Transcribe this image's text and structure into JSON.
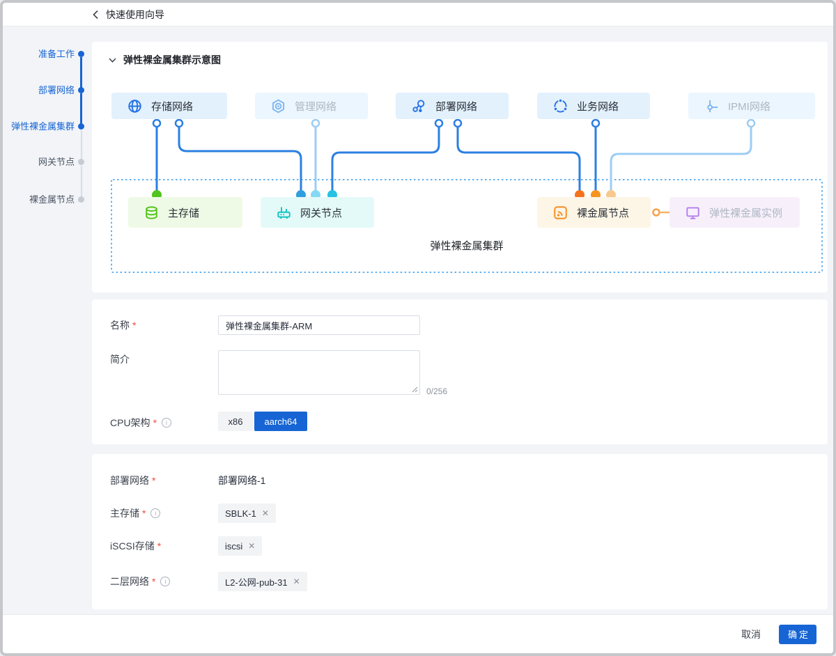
{
  "header": {
    "title": "快速使用向导"
  },
  "stepper": {
    "items": [
      {
        "label": "准备工作",
        "state": "done"
      },
      {
        "label": "部署网络",
        "state": "done"
      },
      {
        "label": "弹性裸金属集群",
        "state": "current"
      },
      {
        "label": "网关节点",
        "state": "todo"
      },
      {
        "label": "裸金属节点",
        "state": "todo"
      }
    ]
  },
  "diagram": {
    "section_title": "弹性裸金属集群示意图",
    "cluster_label": "弹性裸金属集群",
    "networks": [
      {
        "label": "存储网络",
        "icon": "globe-icon",
        "accent": "#2572e6",
        "dimmed": false
      },
      {
        "label": "管理网络",
        "icon": "hex-nut-icon",
        "accent": "#7eb7f0",
        "dimmed": true
      },
      {
        "label": "部署网络",
        "icon": "cluster-icon",
        "accent": "#2572e6",
        "dimmed": false
      },
      {
        "label": "业务网络",
        "icon": "ring-nodes-icon",
        "accent": "#2572e6",
        "dimmed": false
      },
      {
        "label": "IPMI网络",
        "icon": "probe-icon",
        "accent": "#7eb7f0",
        "dimmed": true
      }
    ],
    "nodes": [
      {
        "label": "主存储",
        "icon": "database-icon",
        "accent": "#52c41a",
        "dimmed": false
      },
      {
        "label": "网关节点",
        "icon": "router-icon",
        "accent": "#13c2c2",
        "dimmed": false
      },
      {
        "label": "裸金属节点",
        "icon": "rss-icon",
        "accent": "#f78d1f",
        "dimmed": false
      },
      {
        "label": "弹性裸金属实例",
        "icon": "monitor-icon",
        "accent": "#b37feb",
        "dimmed": true
      }
    ]
  },
  "form_basic": {
    "name_label": "名称",
    "name_value": "弹性裸金属集群-ARM",
    "desc_label": "简介",
    "desc_value": "",
    "desc_counter": "0/256",
    "cpu_label": "CPU架构",
    "cpu_options": [
      {
        "label": "x86",
        "selected": false
      },
      {
        "label": "aarch64",
        "selected": true
      }
    ]
  },
  "form_network": {
    "deploy_label": "部署网络",
    "deploy_value": "部署网络-1",
    "storage_label": "主存储",
    "storage_tag": "SBLK-1",
    "iscsi_label": "iSCSI存储",
    "iscsi_tag": "iscsi",
    "l2_label": "二层网络",
    "l2_tag": "L2-公网-pub-31"
  },
  "footer": {
    "cancel": "取消",
    "confirm": "确定"
  },
  "misc": {
    "required": "*",
    "info": "i",
    "close": "✕"
  },
  "colors": {
    "accent_blue": "#1765d4",
    "line_blue": "#2b7fe3",
    "line_light_blue": "#9ccdf4",
    "dashed_border": "#62b2f0",
    "bg_page": "#f2f4f8",
    "net_box_bg": "#e3f1fd",
    "net_box_dim_bg": "#ecf6fe",
    "storage_node_bg": "#effae6",
    "gateway_node_bg": "#e3faf8",
    "baremetal_node_bg": "#fdf5e6",
    "instance_node_bg": "#f7f0fb",
    "cap_green": "#52c41e",
    "cap_blue": "#2d9fe0",
    "cap_sky": "#86d9f2",
    "cap_cyan": "#25c2e3",
    "cap_orange1": "#f6731c",
    "cap_orange2": "#f7941e",
    "cap_orange3": "#f8c98f"
  }
}
